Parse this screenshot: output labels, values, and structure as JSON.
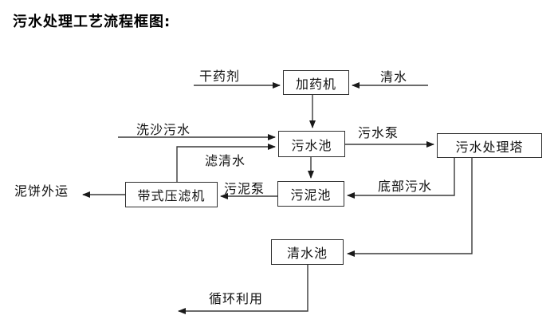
{
  "title": "污水处理工艺流程框图:",
  "diagram": {
    "nodes": [
      {
        "id": "dosing-machine",
        "label": "加药机"
      },
      {
        "id": "sewage-pool",
        "label": "污水池"
      },
      {
        "id": "treatment-tower",
        "label": "污水处理塔"
      },
      {
        "id": "sludge-pool",
        "label": "污泥池"
      },
      {
        "id": "belt-filter-press",
        "label": "带式压滤机"
      },
      {
        "id": "clear-water-pool",
        "label": "清水池"
      }
    ],
    "edge_labels": [
      {
        "id": "dry-agent",
        "label": "干药剂"
      },
      {
        "id": "clear-water",
        "label": "清水"
      },
      {
        "id": "sand-washing-sewage",
        "label": "洗沙污水"
      },
      {
        "id": "sewage-pump",
        "label": "污水泵"
      },
      {
        "id": "filtered-water",
        "label": "滤清水"
      },
      {
        "id": "sludge-pump",
        "label": "污泥泵"
      },
      {
        "id": "bottom-sewage",
        "label": "底部污水"
      },
      {
        "id": "mud-cake-out",
        "label": "泥饼外运"
      },
      {
        "id": "recycle-use",
        "label": "循环利用"
      }
    ],
    "line_color": "#3a3a3a",
    "text_color": "#111111",
    "background_color": "#ffffff"
  }
}
